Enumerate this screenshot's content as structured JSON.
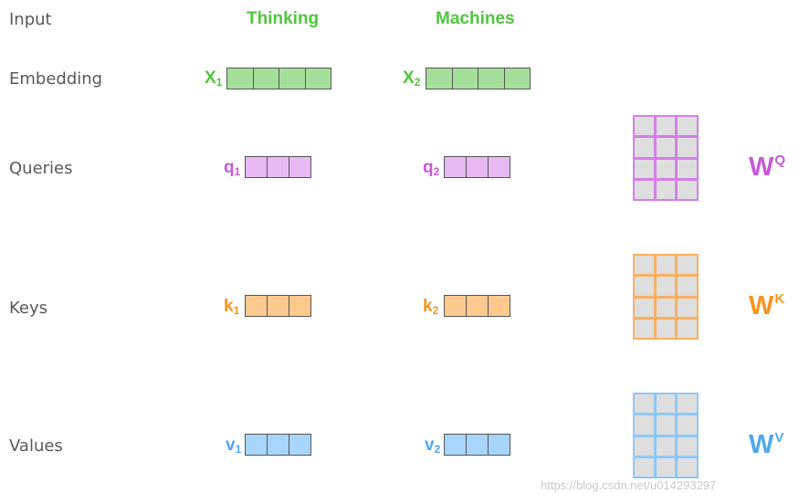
{
  "rows": {
    "input": "Input",
    "embedding": "Embedding",
    "queries": "Queries",
    "keys": "Keys",
    "values": "Values"
  },
  "words": [
    "Thinking",
    "Machines"
  ],
  "vectors": {
    "x1": {
      "base": "X",
      "sub": "1"
    },
    "x2": {
      "base": "X",
      "sub": "2"
    },
    "q1": {
      "base": "q",
      "sub": "1"
    },
    "q2": {
      "base": "q",
      "sub": "2"
    },
    "k1": {
      "base": "k",
      "sub": "1"
    },
    "k2": {
      "base": "k",
      "sub": "2"
    },
    "v1": {
      "base": "v",
      "sub": "1"
    },
    "v2": {
      "base": "v",
      "sub": "2"
    }
  },
  "weights": {
    "wq": {
      "base": "W",
      "sup": "Q"
    },
    "wk": {
      "base": "W",
      "sup": "K"
    },
    "wv": {
      "base": "W",
      "sup": "V"
    }
  },
  "colors": {
    "embedding": "#a5e09b",
    "embedding_text": "#4fc63d",
    "query": "#e8b8f2",
    "query_text": "#c75ad8",
    "key": "#fdc98e",
    "key_text": "#f7951f",
    "value": "#a8d5fb",
    "value_text": "#4da8f2",
    "matrix_cell": "#dedede"
  },
  "watermark": "https://blog.csdn.net/u014293297"
}
